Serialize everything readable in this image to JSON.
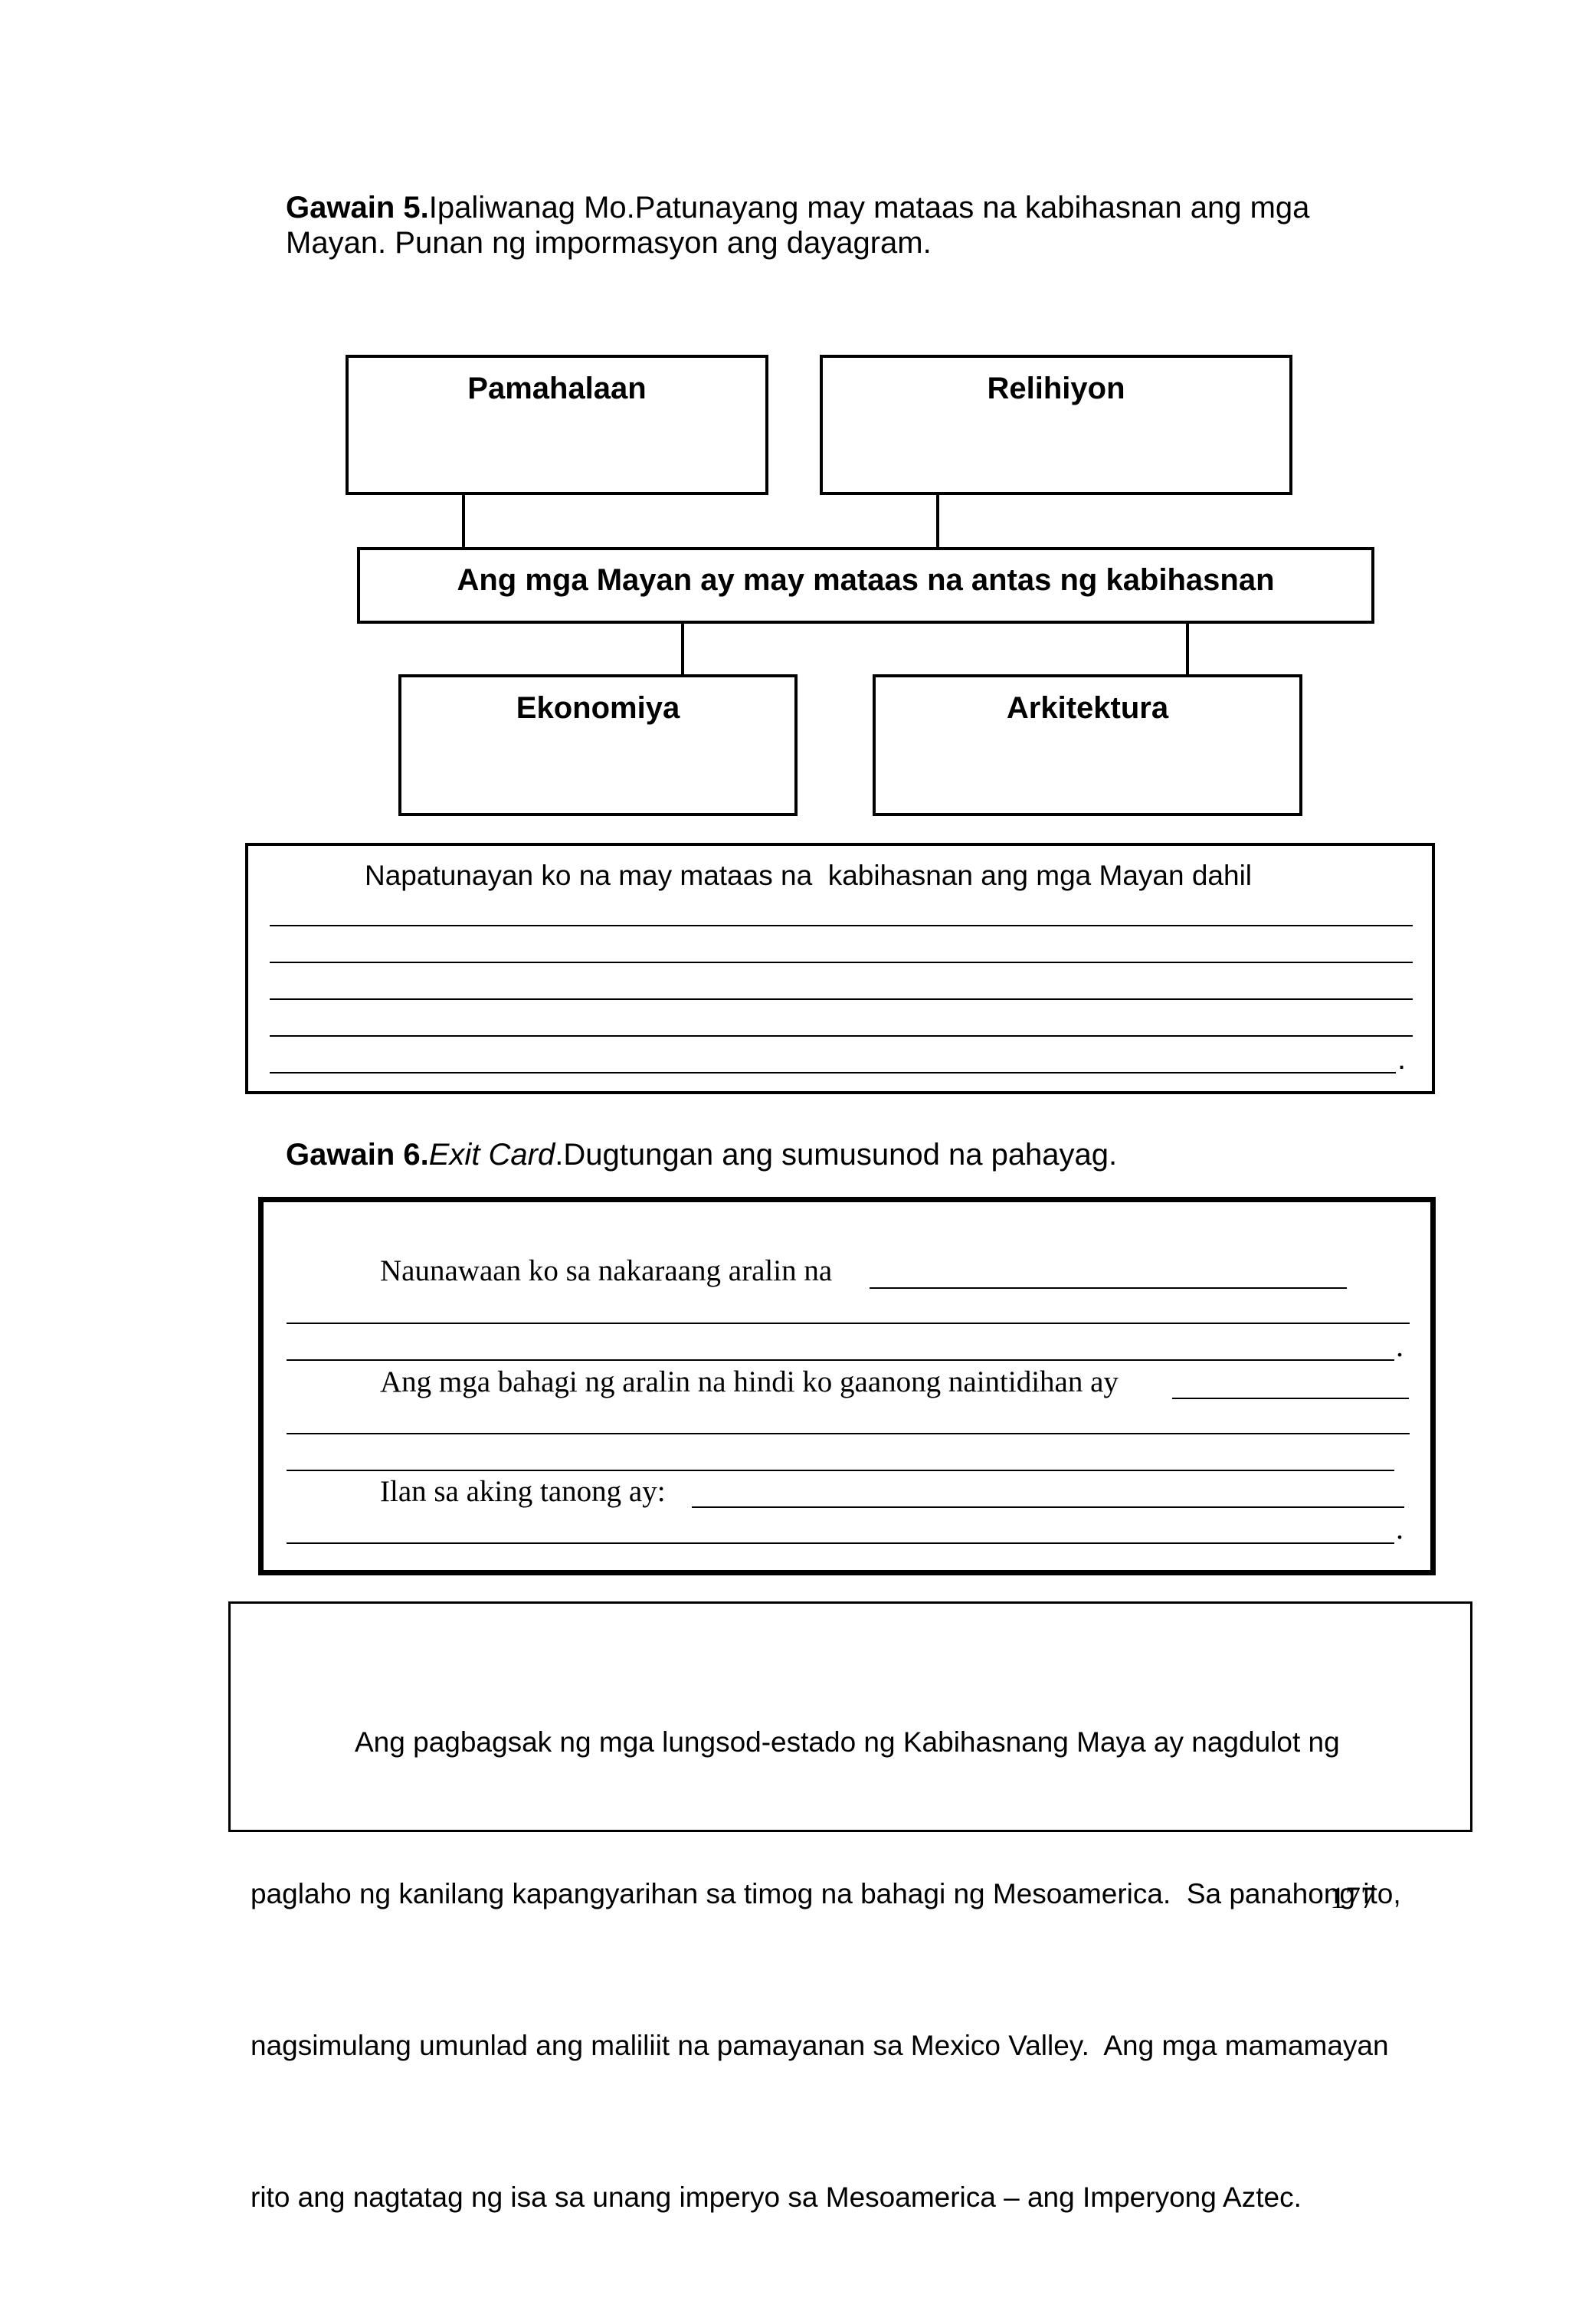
{
  "gawain5": {
    "label": "Gawain 5.",
    "line1": "Ipaliwanag Mo.Patunayang may mataas na kabihasnan ang mga",
    "line2": "Mayan.  Punan ng impormasyon ang dayagram."
  },
  "diagram": {
    "top_left": "Pamahalaan",
    "top_right": "Relihiyon",
    "center": "Ang mga Mayan ay may mataas na antas ng kabihasnan",
    "bottom_left": "Ekonomiya",
    "bottom_right": "Arkitektura"
  },
  "conclusion_box": {
    "prompt": "Napatunayan ko na may mataas na  kabihasnan ang mga Mayan dahil",
    "end_mark": "."
  },
  "gawain6": {
    "label": "Gawain 6.",
    "italic": "Exit Card",
    "rest": ".Dugtungan ang sumusunod na pahayag.",
    "prompt1": "Naunawaan ko sa nakaraang aralin na",
    "prompt2": "Ang mga bahagi ng aralin na hindi ko gaanong naintidihan ay",
    "prompt3": "Ilan sa aking tanong ay:",
    "end_mark": "."
  },
  "reading": {
    "line1": "Ang pagbagsak ng mga lungsod-estado ng Kabihasnang Maya ay nagdulot ng",
    "line2": "paglaho ng kanilang kapangyarihan sa timog na bahagi ng Mesoamerica.  Sa panahong ito,",
    "line3": "nagsimulang umunlad ang maliliit na pamayanan sa Mexico Valley.  Ang mga mamamayan",
    "line4": "rito ang nagtatag ng isa sa unang imperyo sa Mesoamerica – ang Imperyong Aztec."
  },
  "page_number": "177"
}
